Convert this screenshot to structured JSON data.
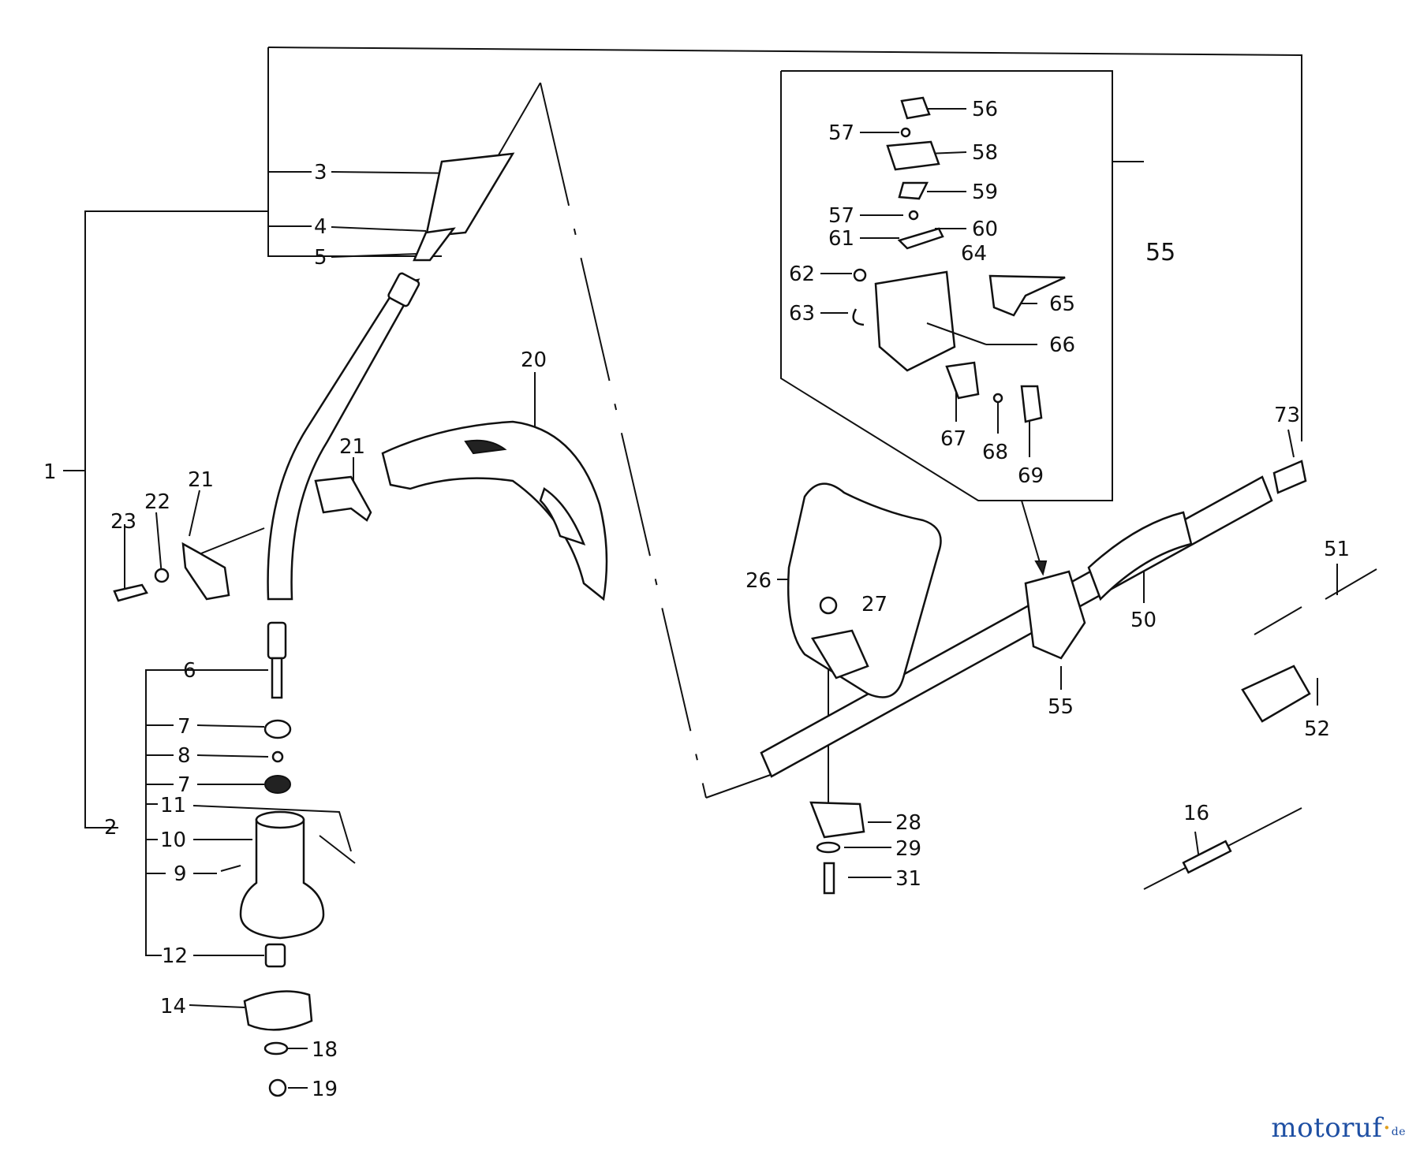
{
  "labels": {
    "l1": "1",
    "l2": "2",
    "l3": "3",
    "l4": "4",
    "l5": "5",
    "l6": "6",
    "l7a": "7",
    "l7b": "7",
    "l8": "8",
    "l9": "9",
    "l10": "10",
    "l11": "11",
    "l12": "12",
    "l14": "14",
    "l16": "16",
    "l18": "18",
    "l19": "19",
    "l20": "20",
    "l21a": "21",
    "l21b": "21",
    "l22": "22",
    "l23": "23",
    "l26": "26",
    "l27": "27",
    "l28": "28",
    "l29": "29",
    "l31": "31",
    "l50": "50",
    "l51": "51",
    "l52": "52",
    "l55a": "55",
    "l55b": "55",
    "l56": "56",
    "l57a": "57",
    "l57b": "57",
    "l58": "58",
    "l59": "59",
    "l60": "60",
    "l61": "61",
    "l62": "62",
    "l63": "63",
    "l64": "64",
    "l65": "65",
    "l66": "66",
    "l67": "67",
    "l68": "68",
    "l69": "69",
    "l73": "73"
  },
  "watermark": {
    "brand": "motoruf",
    "dot": "·",
    "tld": "de"
  },
  "colors": {
    "ink": "#111111",
    "watermark": "#1e4fa3",
    "watermark_dot": "#e0a020"
  }
}
